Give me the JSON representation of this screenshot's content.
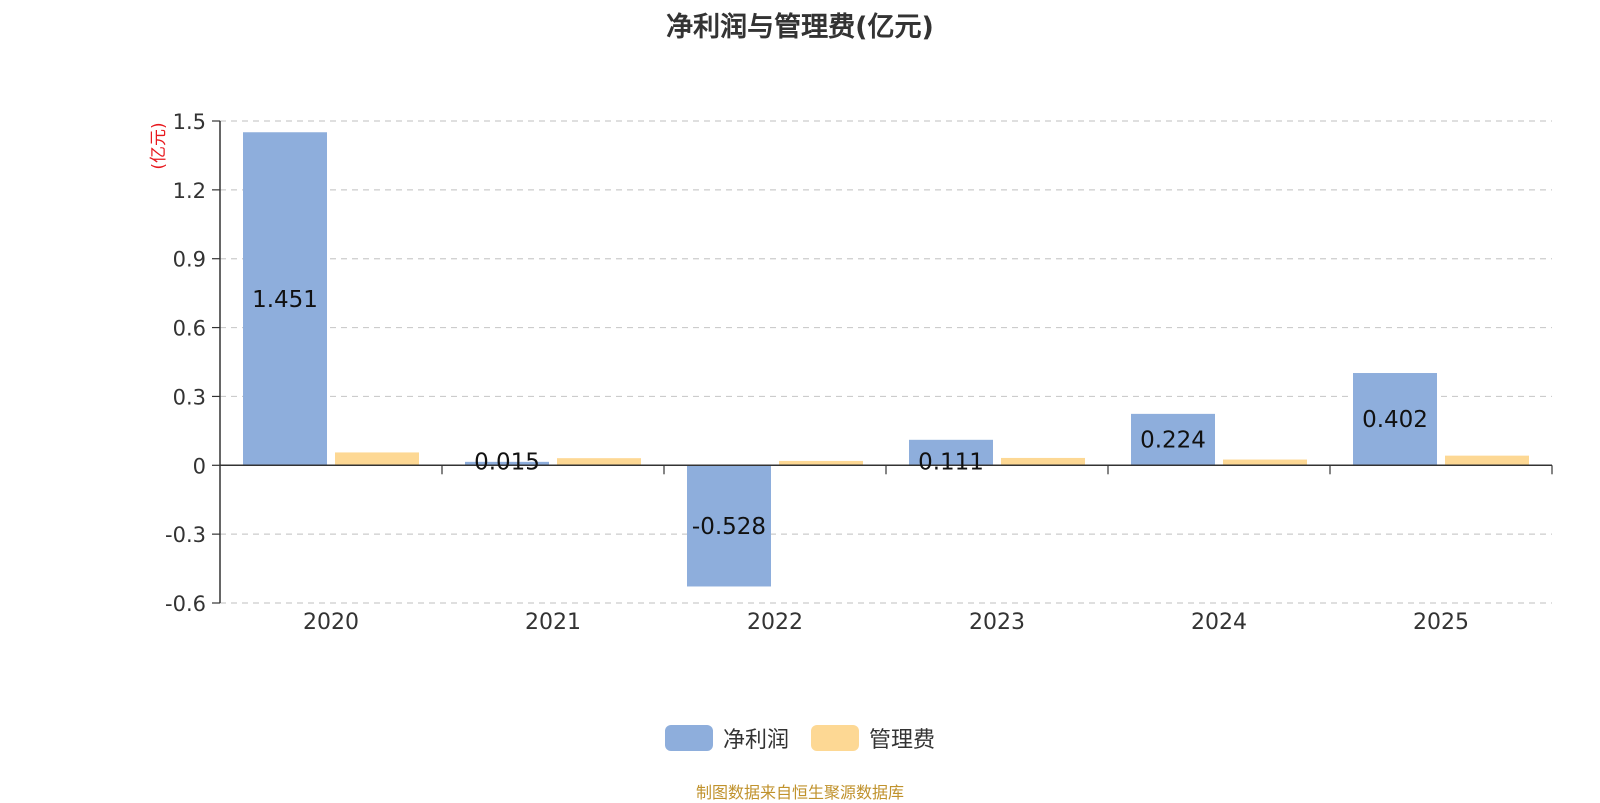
{
  "chart_data": {
    "type": "bar",
    "title": "净利润与管理费(亿元)",
    "ylabel": "(亿元)",
    "xlabel": "",
    "categories": [
      "2020",
      "2021",
      "2022",
      "2023",
      "2024",
      "2025"
    ],
    "series": [
      {
        "name": "净利润",
        "color": "#8eaedc",
        "values": [
          1.451,
          0.015,
          -0.528,
          0.111,
          0.224,
          0.402
        ],
        "show_labels": true
      },
      {
        "name": "管理费",
        "color": "#fdd894",
        "values": [
          0.056,
          0.031,
          0.019,
          0.032,
          0.025,
          0.042
        ],
        "show_labels": false
      }
    ],
    "ylim": [
      -0.6,
      1.5
    ],
    "yticks": [
      "1.5",
      "1.2",
      "0.9",
      "0.6",
      "0.3",
      "0",
      "-0.3",
      "-0.6"
    ],
    "grid": true,
    "legend": "bottom-center"
  },
  "source_note": "制图数据来自恒生聚源数据库",
  "colors": {
    "ylabel": "#e8191e",
    "source": "#c0922c"
  }
}
